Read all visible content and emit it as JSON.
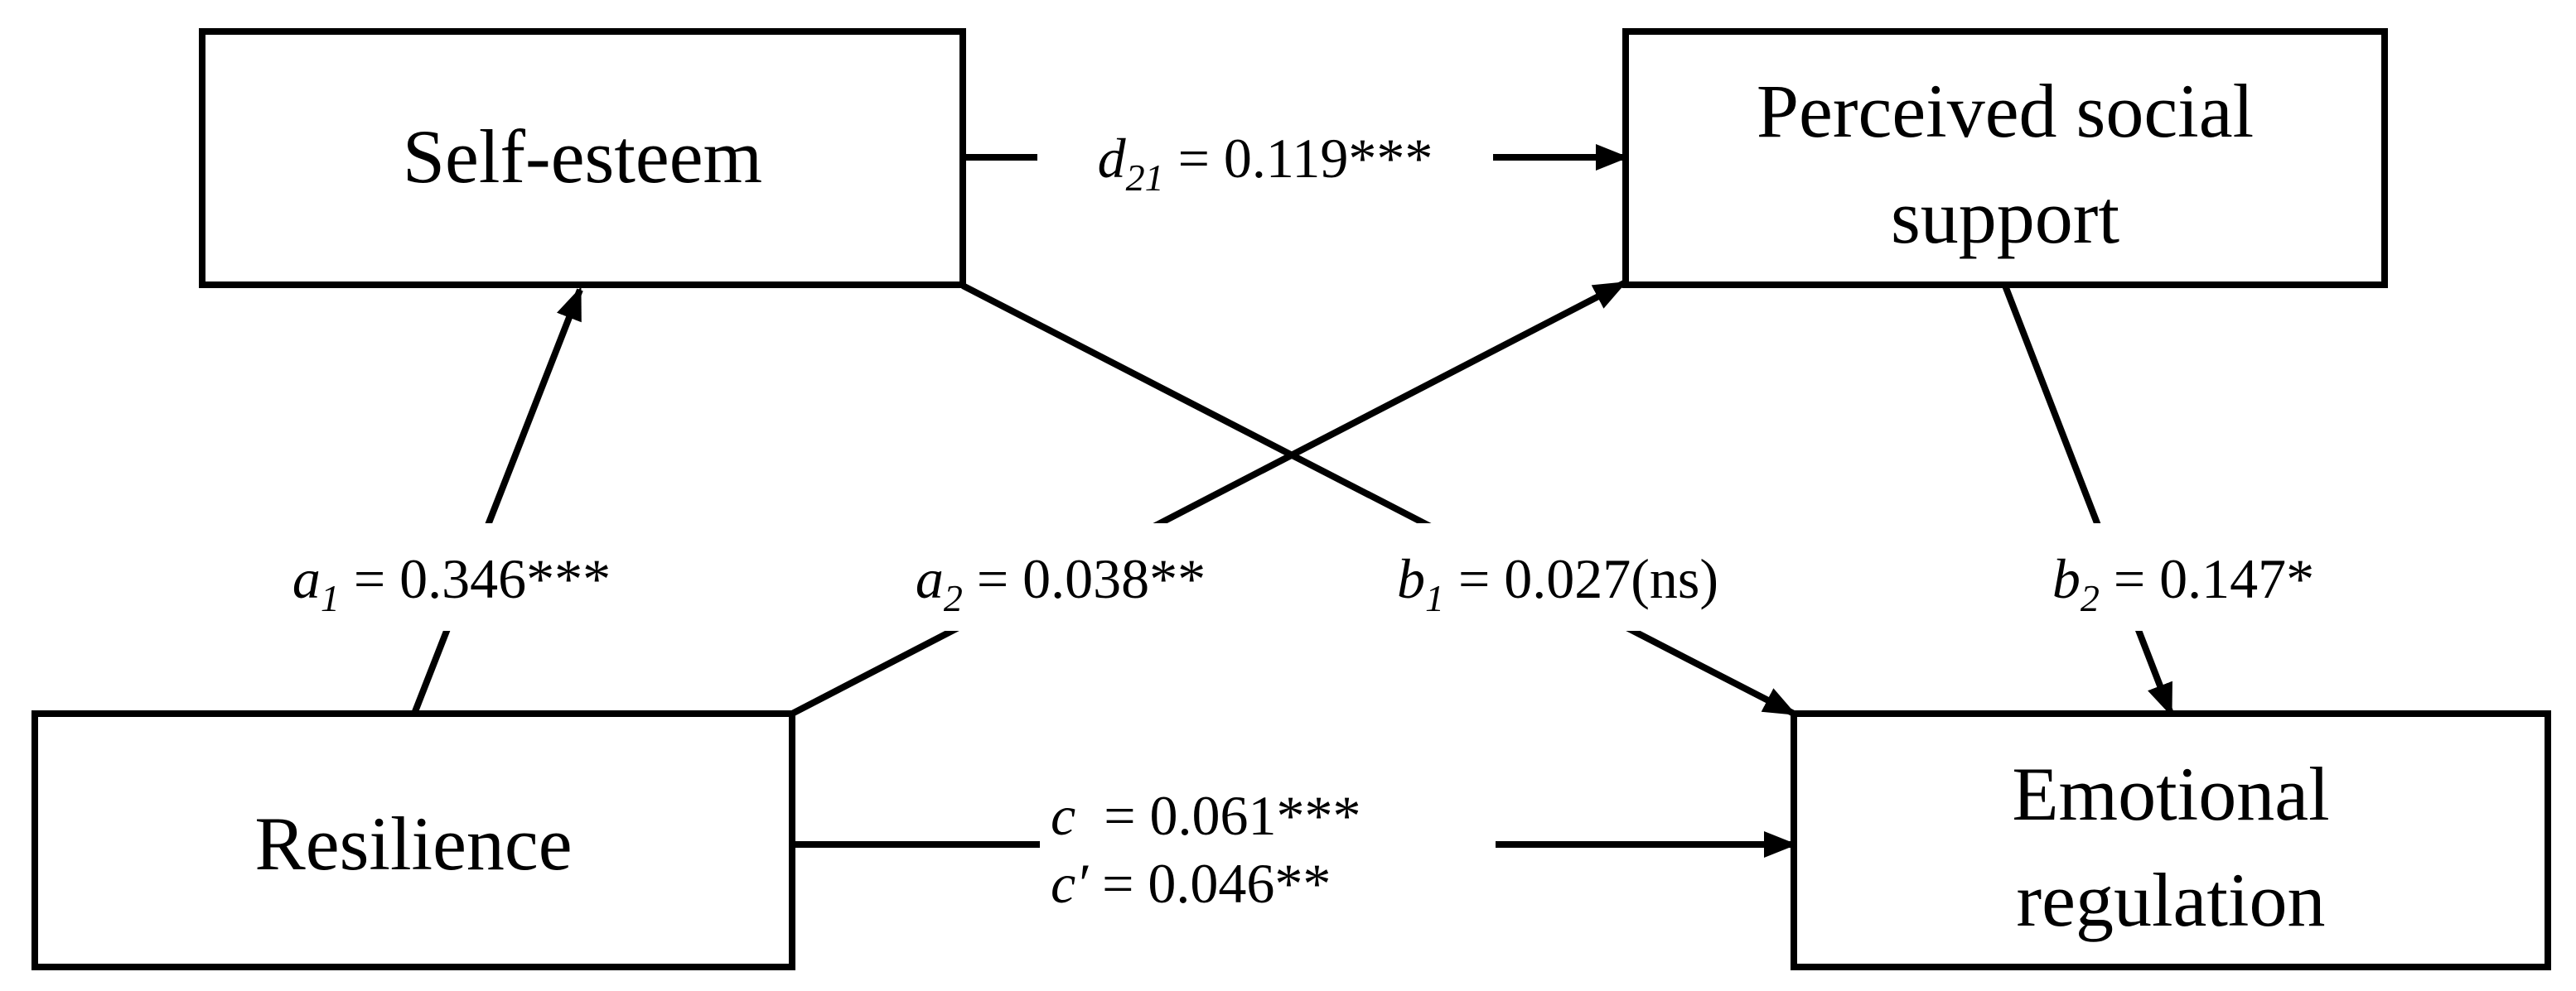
{
  "nodes": {
    "self_esteem": "Self-esteem",
    "perceived_social_support": [
      "Perceived social",
      "support"
    ],
    "resilience": "Resilience",
    "emotional_regulation": [
      "Emotional",
      "regulation"
    ]
  },
  "paths": {
    "a1": {
      "symbol": "a",
      "sub": "1",
      "text": " = 0.346***"
    },
    "a2": {
      "symbol": "a",
      "sub": "2",
      "text": " = 0.038**"
    },
    "b1": {
      "symbol": "b",
      "sub": "1",
      "text": " = 0.027(ns)"
    },
    "b2": {
      "symbol": "b",
      "sub": "2",
      "text": " = 0.147*"
    },
    "d21": {
      "symbol": "d",
      "sub": "21",
      "text": " = 0.119***"
    },
    "c": {
      "symbol": "c",
      "text": "  = 0.061***"
    },
    "c_prime": {
      "symbol": "c′",
      "text": " = 0.046**"
    }
  },
  "colors": {
    "line": "#000000",
    "background": "#ffffff"
  }
}
